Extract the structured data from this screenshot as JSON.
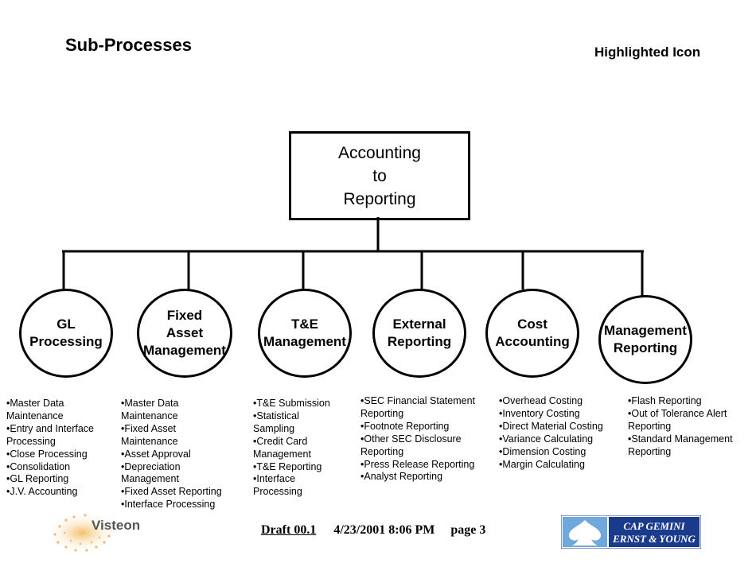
{
  "header": {
    "title": "Sub-Processes",
    "highlighted_label": "Highlighted Icon"
  },
  "root": {
    "lines": [
      "Accounting",
      "to",
      "Reporting"
    ]
  },
  "nodes": [
    {
      "title_lines": [
        "GL",
        "Processing"
      ],
      "items": [
        "•Master Data\nMaintenance",
        "•Entry and Interface\nProcessing",
        "•Close Processing",
        "•Consolidation",
        "•GL Reporting",
        "•J.V. Accounting"
      ]
    },
    {
      "title_lines": [
        "Fixed",
        "Asset",
        "Management"
      ],
      "items": [
        "•Master Data\nMaintenance",
        "•Fixed Asset\nMaintenance",
        "•Asset Approval",
        "•Depreciation\nManagement",
        "•Fixed Asset Reporting",
        "•Interface Processing"
      ]
    },
    {
      "title_lines": [
        "T&E",
        "Management"
      ],
      "items": [
        "•T&E Submission",
        "•Statistical\nSampling",
        "•Credit Card\nManagement",
        "•T&E Reporting",
        "•Interface\nProcessing"
      ]
    },
    {
      "title_lines": [
        "External",
        "Reporting"
      ],
      "items": [
        "•SEC Financial Statement\nReporting",
        "•Footnote Reporting",
        "•Other SEC Disclosure\nReporting",
        "•Press Release Reporting",
        "•Analyst Reporting"
      ]
    },
    {
      "title_lines": [
        "Cost",
        "Accounting"
      ],
      "items": [
        "•Overhead Costing",
        "•Inventory Costing",
        "•Direct Material Costing",
        "•Variance Calculating",
        "•Dimension Costing",
        "•Margin Calculating"
      ]
    },
    {
      "title_lines": [
        "Management",
        "Reporting"
      ],
      "items": [
        "•Flash Reporting",
        "•Out of Tolerance Alert\nReporting",
        "•Standard Management\nReporting"
      ]
    }
  ],
  "footer": {
    "draft": "Draft 00.1",
    "datetime": "4/23/2001 8:06 PM",
    "page": "page 3",
    "left_logo": "Visteon",
    "right_logo_line1": "CAP GEMINI",
    "right_logo_line2": "ERNST & YOUNG",
    "right_logo_color": "#1a3a8c"
  }
}
